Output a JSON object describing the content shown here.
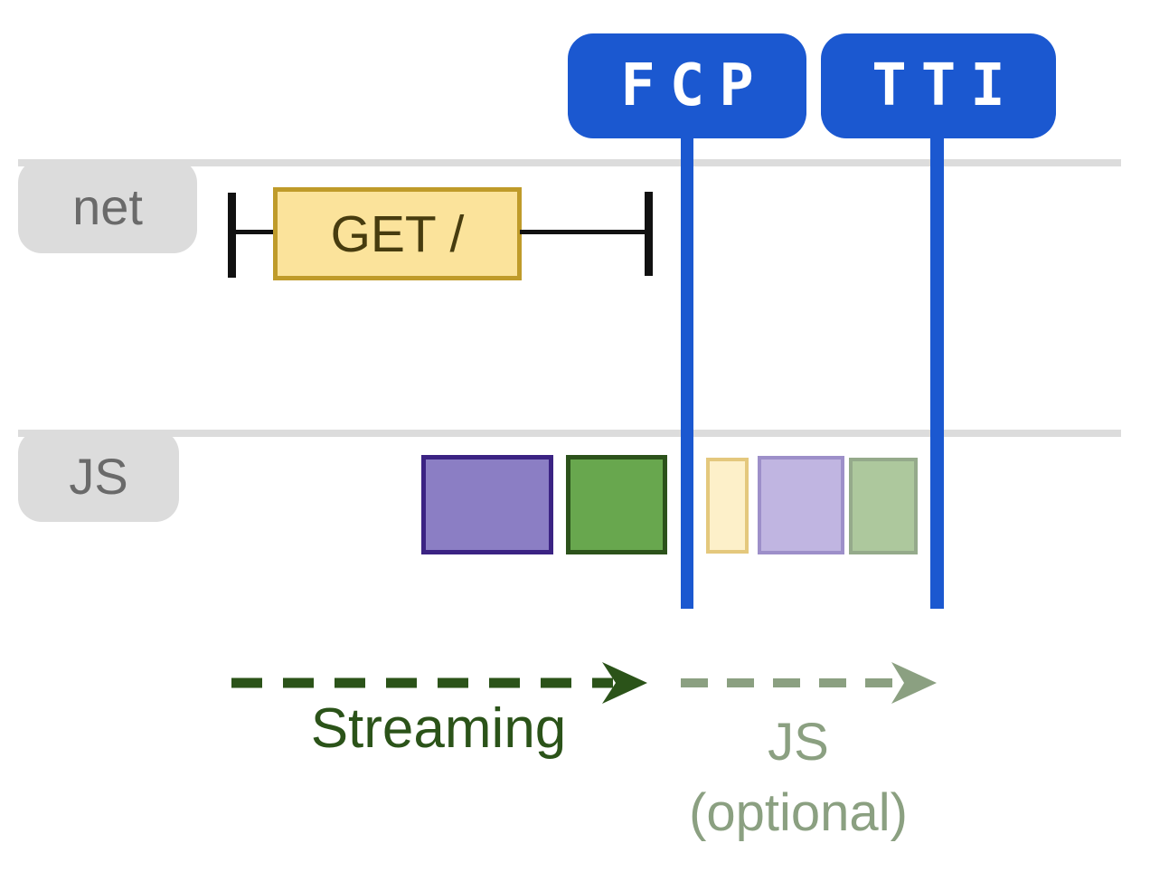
{
  "diagram": {
    "badges": {
      "fcp": {
        "label": "FCP"
      },
      "tti": {
        "label": "TTI"
      }
    },
    "rows": {
      "net": {
        "label": "net"
      },
      "js": {
        "label": "JS"
      }
    },
    "net_request": {
      "label": "GET /"
    },
    "js_blocks": [
      {
        "name": "js-chunk-1",
        "fill": "#8b7ec4",
        "border": "#3b2383",
        "faded": false
      },
      {
        "name": "js-chunk-2",
        "fill": "#68a74e",
        "border": "#2c521b",
        "faded": false
      },
      {
        "name": "js-chunk-3",
        "fill": "#fdf0c9",
        "border": "#e4c87d",
        "faded": true
      },
      {
        "name": "js-chunk-4",
        "fill": "#c0b5e1",
        "border": "#9d8fc9",
        "faded": true
      },
      {
        "name": "js-chunk-5",
        "fill": "#adc89d",
        "border": "#95aa8b",
        "faded": true
      }
    ],
    "legend": {
      "streaming": {
        "label": "Streaming"
      },
      "js_optional": {
        "line1": "JS",
        "line2": "(optional)"
      }
    },
    "colors": {
      "accent_blue": "#1b58d0",
      "track_gray": "#dcdcdc",
      "row_label_text": "#6a6a6a",
      "request_fill": "#fbe39b",
      "request_border": "#bf9b2a",
      "request_text": "#473c0f",
      "interval_black": "#111111",
      "streaming_green": "#2b5319",
      "js_optional_sage": "#8ba081"
    }
  }
}
